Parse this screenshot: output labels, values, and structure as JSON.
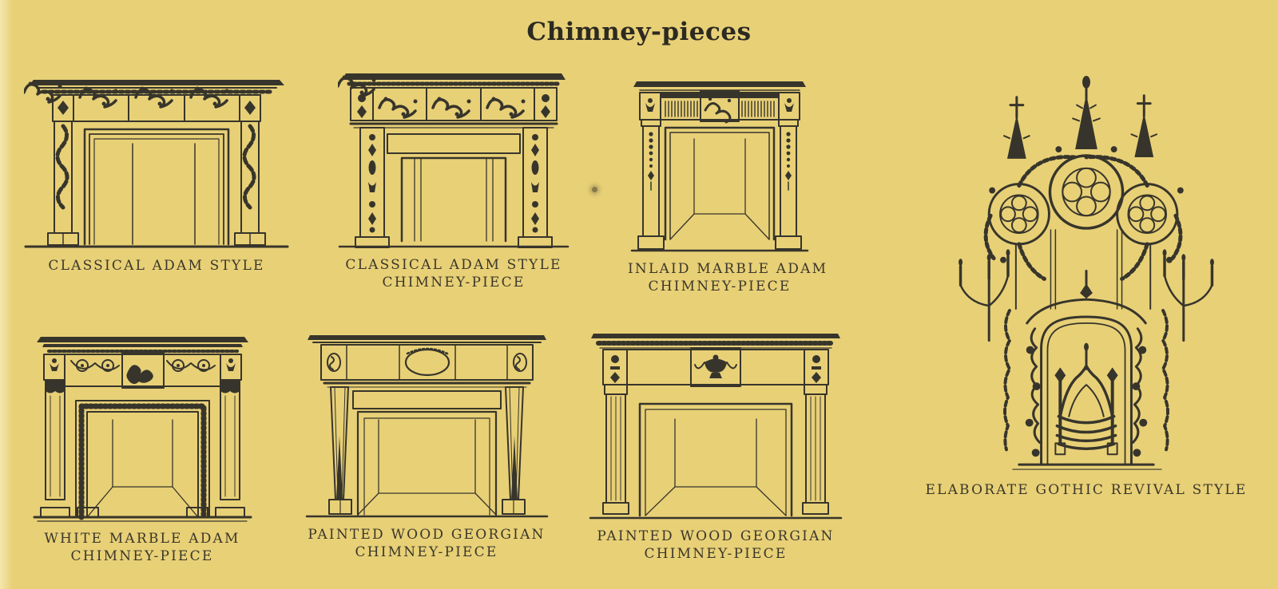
{
  "page": {
    "title": "Chimney-pieces",
    "background_color": "#e8d077",
    "ink_color": "#37352b"
  },
  "figures": [
    {
      "id": "classical-adam-style",
      "caption": [
        "CLASSICAL ADAM STYLE"
      ]
    },
    {
      "id": "classical-adam-chimney-piece",
      "caption": [
        "CLASSICAL ADAM STYLE",
        "CHIMNEY-PIECE"
      ]
    },
    {
      "id": "inlaid-marble-adam",
      "caption": [
        "INLAID MARBLE ADAM",
        "CHIMNEY-PIECE"
      ]
    },
    {
      "id": "white-marble-adam",
      "caption": [
        "WHITE MARBLE ADAM",
        "CHIMNEY-PIECE"
      ]
    },
    {
      "id": "painted-wood-georgian-1",
      "caption": [
        "PAINTED WOOD GEORGIAN",
        "CHIMNEY-PIECE"
      ]
    },
    {
      "id": "painted-wood-georgian-2",
      "caption": [
        "PAINTED WOOD GEORGIAN",
        "CHIMNEY-PIECE"
      ]
    },
    {
      "id": "elaborate-gothic-revival",
      "caption": [
        "ELABORATE GOTHIC REVIVAL STYLE"
      ]
    }
  ]
}
